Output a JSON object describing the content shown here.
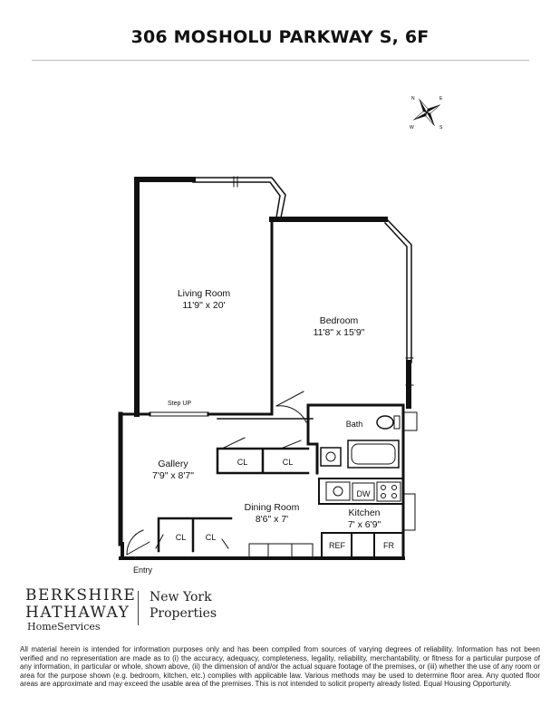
{
  "header": {
    "address": "306 MOSHOLU PARKWAY S, 6F"
  },
  "compass": {
    "labels": [
      "N",
      "E",
      "S",
      "W"
    ]
  },
  "rooms": {
    "living": {
      "name": "Living Room",
      "dims": "11'9\" x 20'"
    },
    "bedroom": {
      "name": "Bedroom",
      "dims": "11'8\" x 15'9\""
    },
    "gallery": {
      "name": "Gallery",
      "dims": "7'9\" x 8'7\""
    },
    "dining": {
      "name": "Dining Room",
      "dims": "8'6\" x 7'"
    },
    "kitchen": {
      "name": "Kitchen",
      "dims": "7' x 6'9\""
    },
    "bath": {
      "name": "Bath"
    }
  },
  "labels": {
    "step_up": "Step UP",
    "closet": "CL",
    "dishwasher": "DW",
    "refrigerator": "REF",
    "freezer": "FR",
    "entry": "Entry"
  },
  "brand": {
    "line1": "BERKSHIRE",
    "line2": "HATHAWAY",
    "line3": "HomeServices",
    "region1": "New York",
    "region2": "Properties"
  },
  "disclaimer": "All material herein is intended for information purposes only and has been compiled from sources of varying degrees of reliability. Information has not been verified and no representation are made as to (i) the accuracy, adequacy, completeness, legality, reliability, merchantability, or fitness for a particular purpose of any information, in particular or whole, shown above, (ii) the dimension of and/or the actual square footage of the premises, or (iii) whether the use of any room or area for the purpose shown (e.g. bedroom, kitchen, etc.) complies with applicable law. Various methods may be used to determine floor area. Any quoted floor areas are approximate and may exceed the usable area of the premises. This is not intended to solicit property already listed. Equal Housing Opportunity."
}
